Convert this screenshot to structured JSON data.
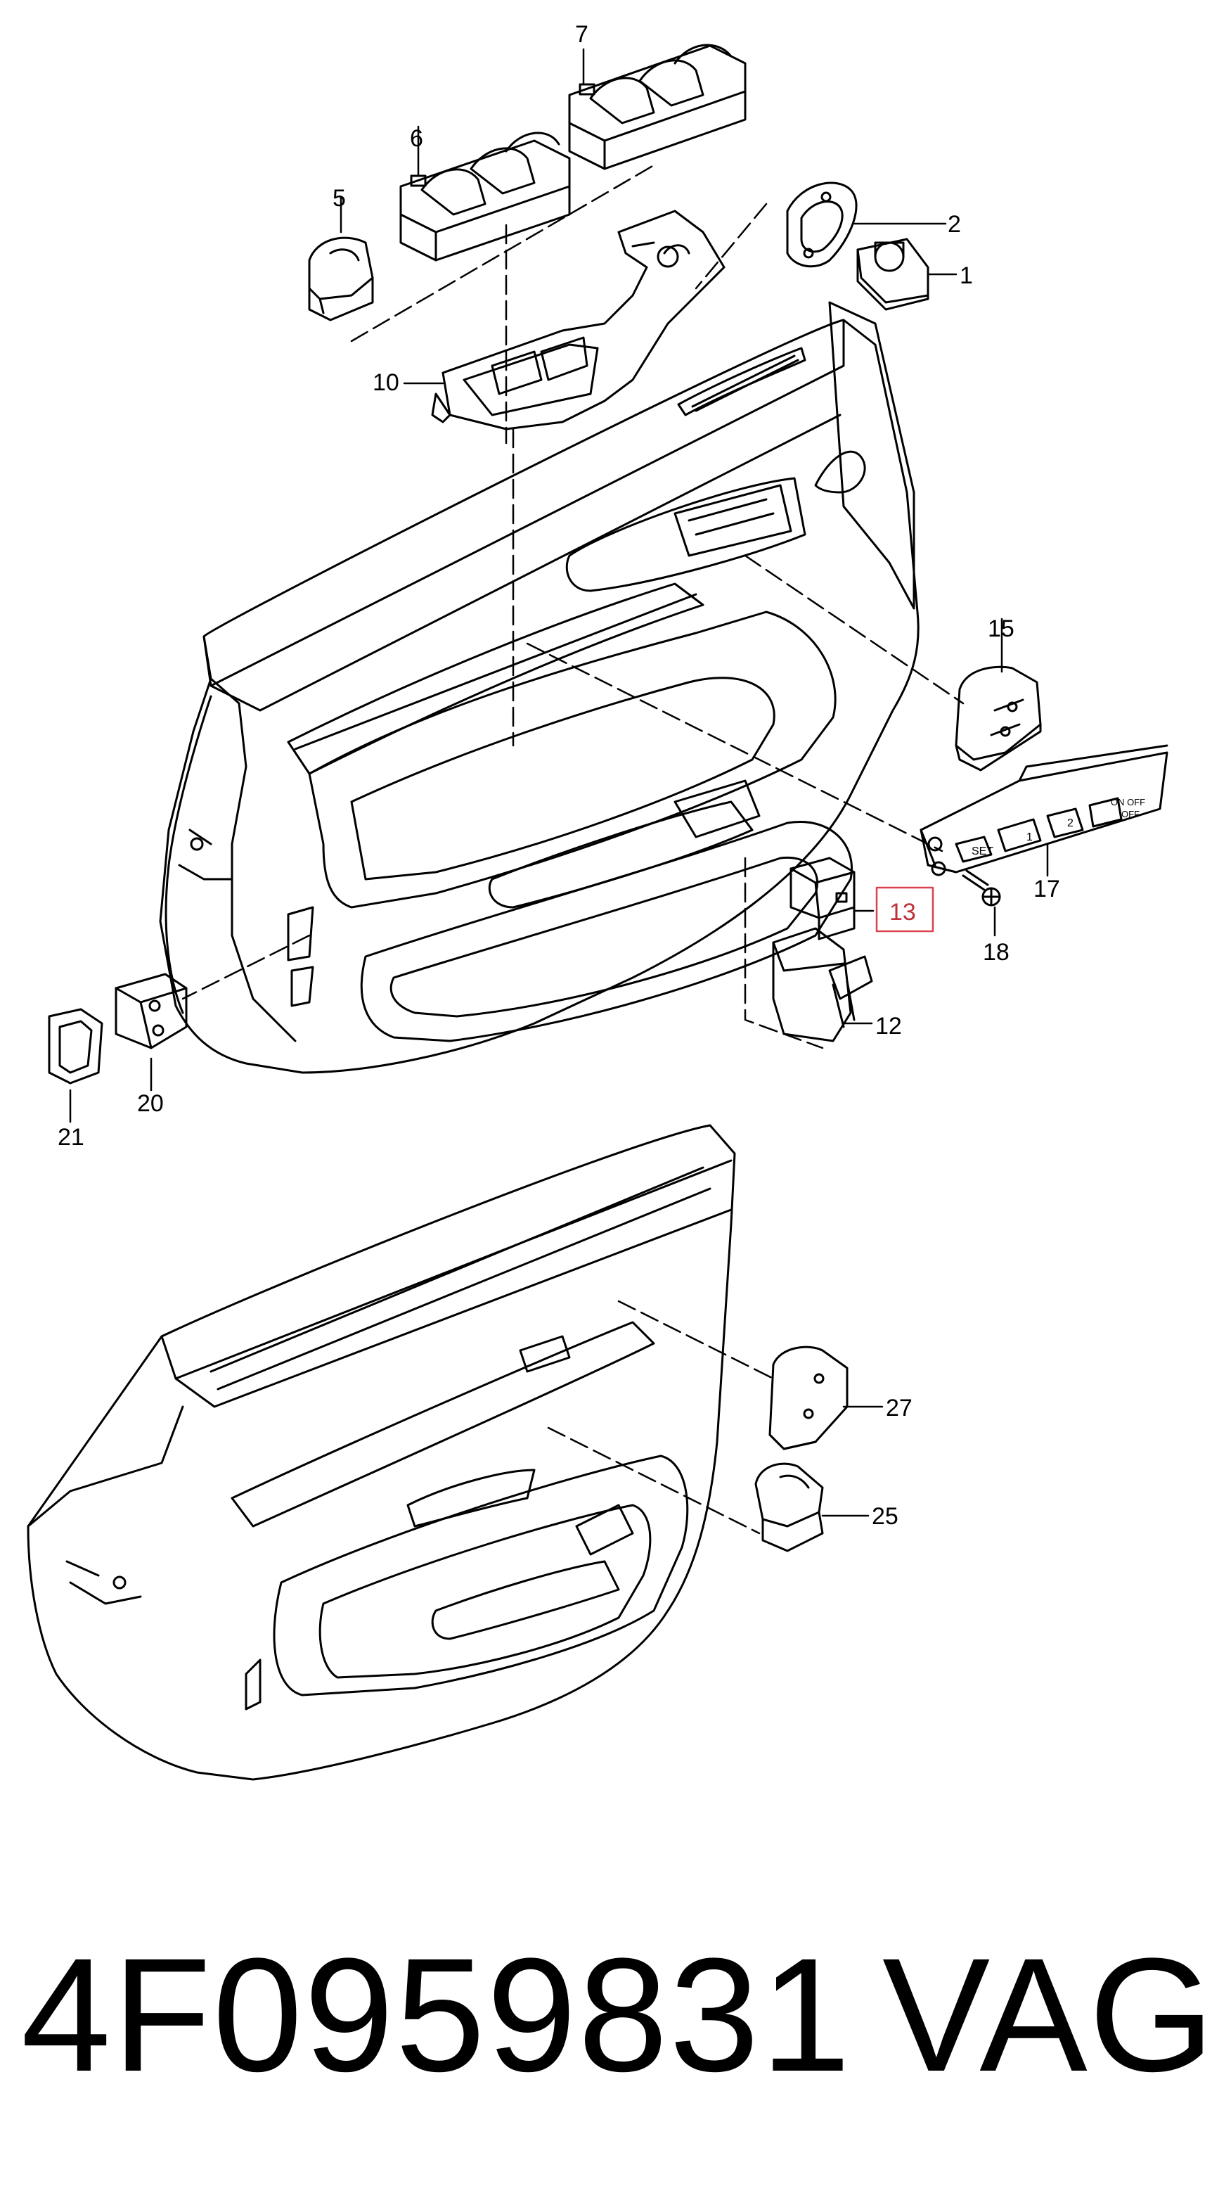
{
  "labels": {
    "l1": "1",
    "l2": "2",
    "l5": "5",
    "l6": "6",
    "l7": "7",
    "l10": "10",
    "l12": "12",
    "l13": "13",
    "l15": "15",
    "l17": "17",
    "l18": "18",
    "l20": "20",
    "l21": "21",
    "l25": "25",
    "l27": "27"
  },
  "switch_text": {
    "set": "SET",
    "one": "1",
    "two": "2",
    "on": "ON OFF",
    "off": "OFF"
  },
  "highlight_color": "#d9434f",
  "footer": {
    "part_number": "4F0959831",
    "brand": "VAG"
  }
}
